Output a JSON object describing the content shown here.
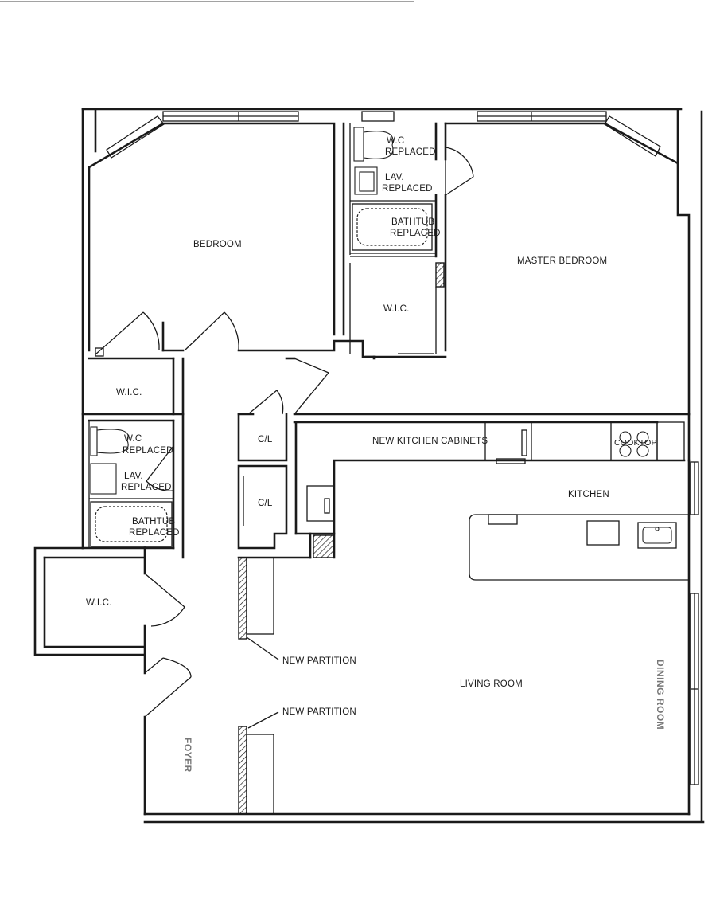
{
  "rooms": {
    "bedroom": "BEDROOM",
    "master_bedroom": "MASTER BEDROOM",
    "wic_master": "W.I.C.",
    "wic_bedroom": "W.I.C.",
    "wic_foyer": "W.I.C.",
    "cl_upper": "C/L",
    "cl_lower": "C/L",
    "kitchen": "KITCHEN",
    "living_room": "LIVING ROOM",
    "dining_room": "DINING ROOM",
    "foyer": "FOYER"
  },
  "fixtures": {
    "wc_top": [
      "W.C",
      "REPLACED"
    ],
    "lav_top": [
      "LAV.",
      "REPLACED"
    ],
    "bathtub_top": [
      "BATHTUB",
      "REPLACED"
    ],
    "wc_lower": [
      "W.C",
      "REPLACED"
    ],
    "lav_lower": [
      "LAV.",
      "REPLACED"
    ],
    "bathtub_lower": [
      "BATHTUB",
      "REPLACED"
    ],
    "cabinets": "NEW KITCHEN CABINETS",
    "cooktop": "COOKTOP"
  },
  "notes": {
    "partition_1": "NEW PARTITION",
    "partition_2": "NEW PARTITION"
  }
}
